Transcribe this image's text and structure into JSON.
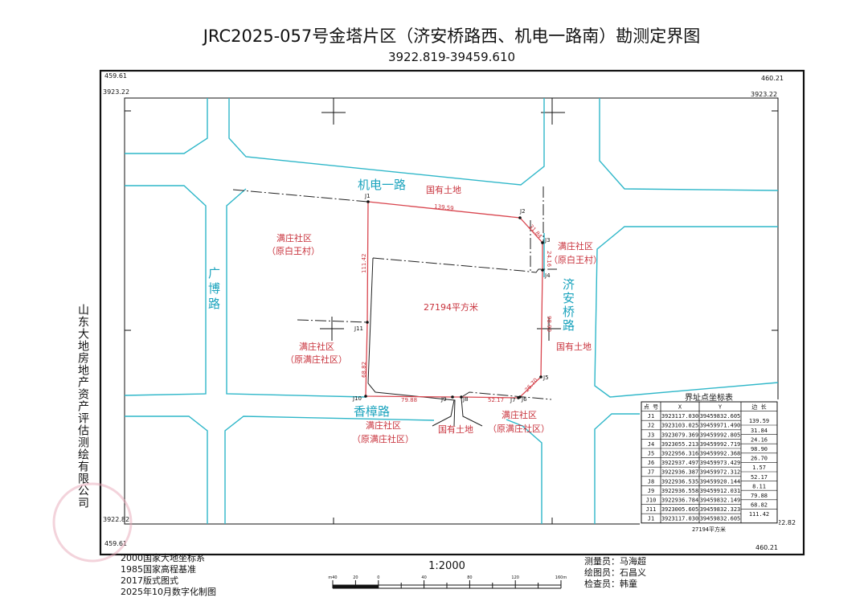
{
  "title": "JRC2025-057号金塔片区（济安桥路西、机电一路南）勘测定界图",
  "subtitle": "3922.819-39459.610",
  "frame": {
    "tl_y": "459.61",
    "tl_x": "3923.22",
    "tr_y": "460.21",
    "tr_x": "3923.22",
    "bl_x": "3922.82",
    "bl_y": "459.61",
    "br_x": "3922.82",
    "br_y": "460.21"
  },
  "company": "山东大地房地产资产评估测绘有限公司",
  "roads": {
    "north": "机电一路",
    "west": "广博路",
    "east": "济安桥路",
    "south": "香樟路"
  },
  "labels": {
    "state_land": "国有土地",
    "community": "满庄社区",
    "orig_baiwang": "（原白王村）",
    "orig_manzhuang": "（原满庄社区）",
    "area": "27194平方米"
  },
  "points": [
    "J1",
    "J2",
    "J3",
    "J4",
    "J5",
    "J6",
    "J7",
    "J8",
    "J9",
    "J10",
    "J11"
  ],
  "edges": [
    "139.59",
    "31.84",
    "24.16",
    "98.90",
    "26.70",
    "1.57",
    "52.17",
    "8.11",
    "79.88",
    "68.82",
    "111.42"
  ],
  "table": {
    "title": "界址点坐标表",
    "headers": [
      "点 号",
      "X",
      "Y",
      "边 长"
    ],
    "rows": [
      [
        "J1",
        "3923117.030",
        "39459832.605"
      ],
      [
        "J2",
        "3923103.025",
        "39459971.490"
      ],
      [
        "J3",
        "3923079.369",
        "39459992.805"
      ],
      [
        "J4",
        "3923055.213",
        "39459992.719"
      ],
      [
        "J5",
        "3922956.316",
        "39459992.368"
      ],
      [
        "J6",
        "3922937.497",
        "39459973.429"
      ],
      [
        "J7",
        "3922936.387",
        "39459972.312"
      ],
      [
        "J8",
        "3922936.535",
        "39459920.144"
      ],
      [
        "J9",
        "3922936.558",
        "39459912.031"
      ],
      [
        "J10",
        "3922936.784",
        "39459832.149"
      ],
      [
        "J11",
        "3923005.605",
        "39459832.323"
      ],
      [
        "J1",
        "3923117.030",
        "39459832.605"
      ]
    ],
    "total": "27194平方米"
  },
  "footer": {
    "lines": [
      "2000国家大地坐标系",
      "1985国家高程基准",
      "2017版式图式",
      "2025年10月数字化制图"
    ],
    "scale": "1:2000",
    "scale_ticks": [
      "m40",
      "20",
      "0",
      "40",
      "80",
      "120",
      "160m"
    ],
    "surveyor": "测量员：马海超",
    "drafter": "绘图员：石昌义",
    "checker": "检查员：韩童"
  }
}
